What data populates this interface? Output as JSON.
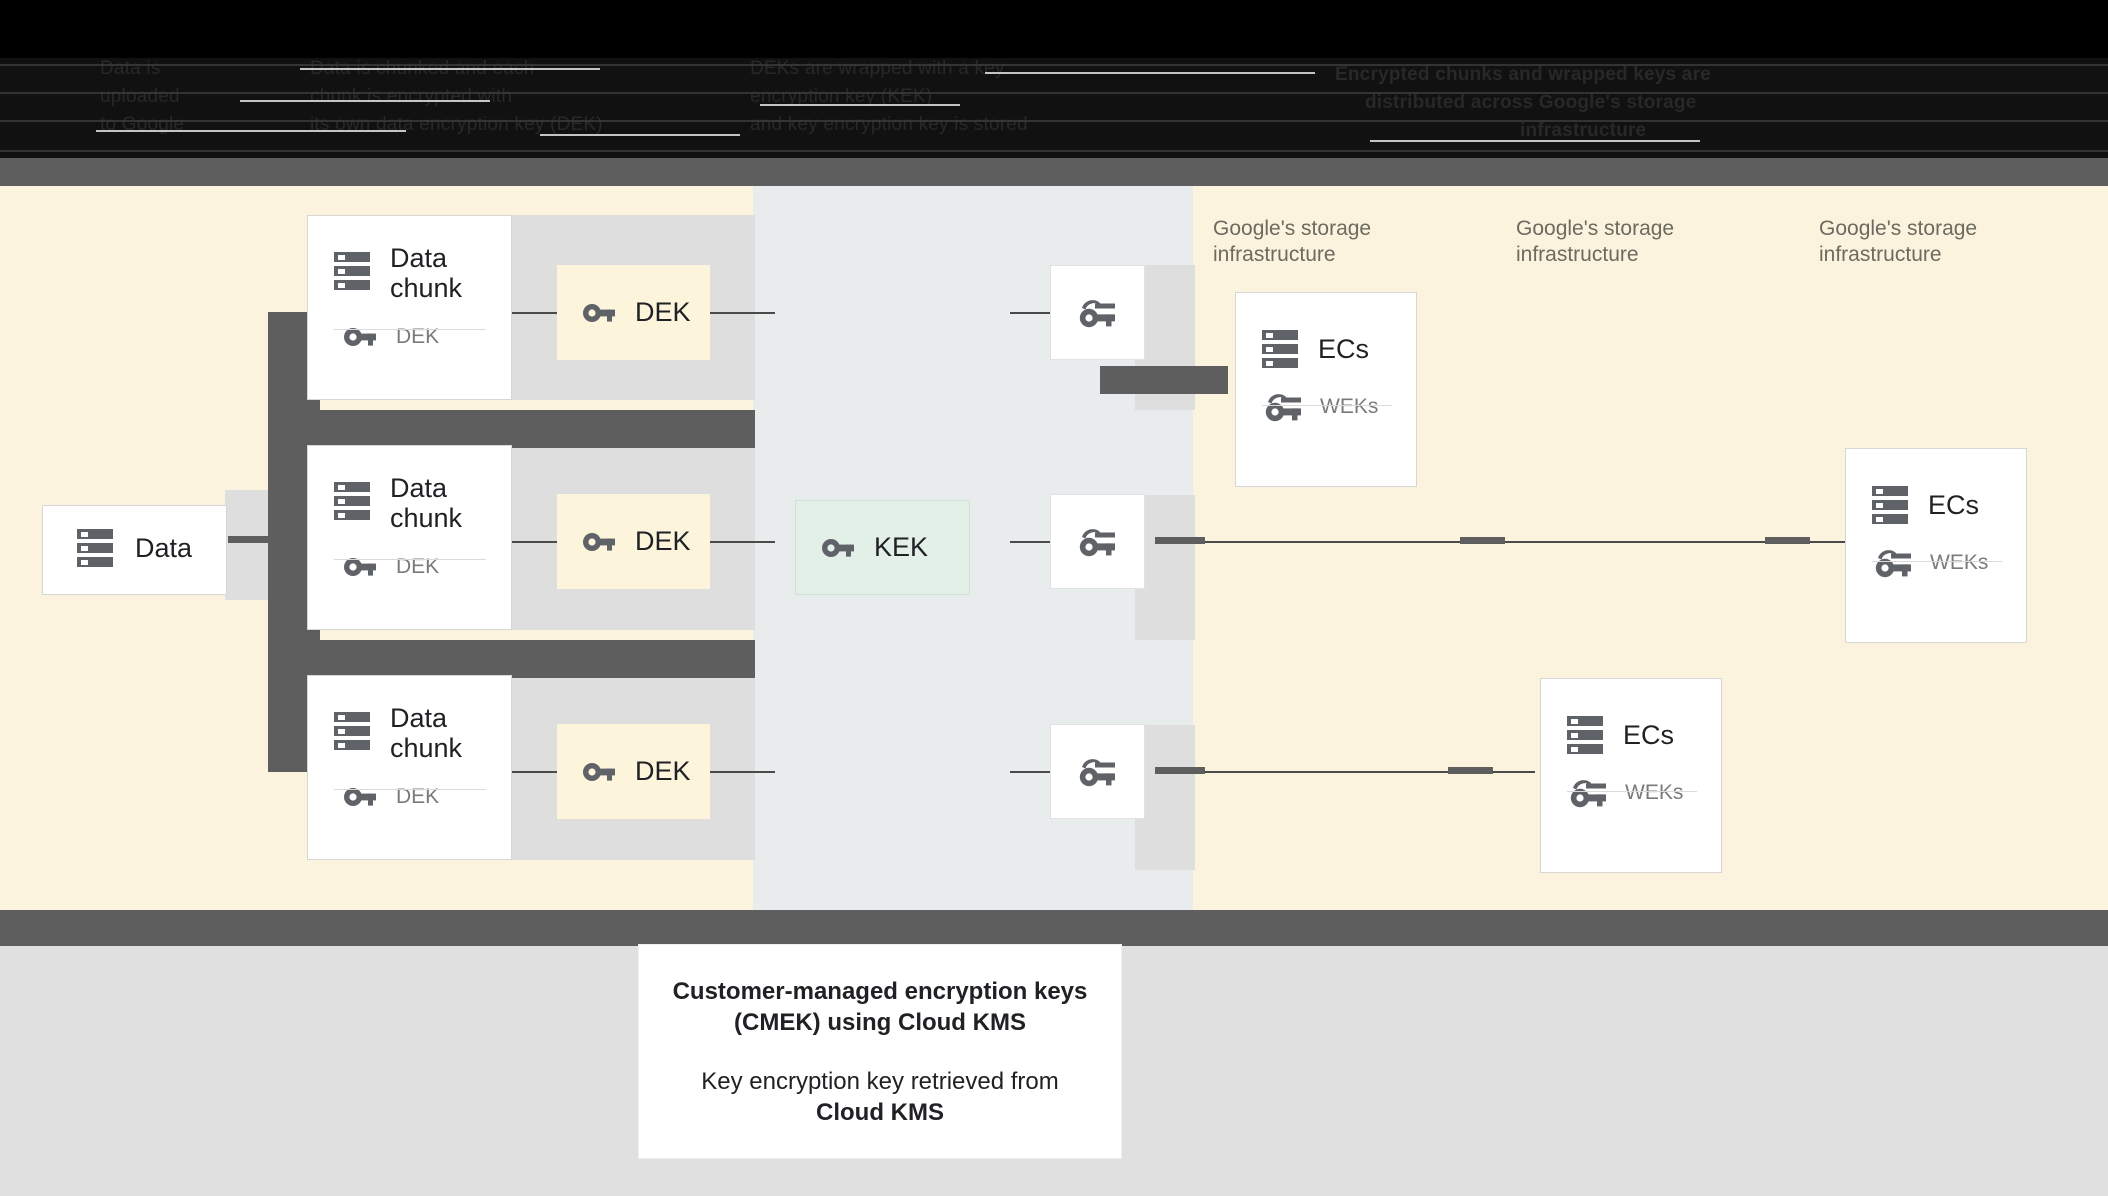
{
  "header": {
    "obscured": true,
    "note": "top header text is rendered near-black on black and is illegible in the source screenshot",
    "fragments": [
      "Data is",
      "uploaded",
      "to Google",
      "Data is chunked and each",
      "chunk is encrypted with",
      "its own data encryption key (DEK)",
      "DEKs are wrapped with a key",
      "encryption key (KEK)",
      "and key encryption key is stored",
      "Encrypted chunks and wrapped keys are",
      "distributed across Google's storage",
      "infrastructure"
    ]
  },
  "diagram": {
    "source": {
      "label": "Data",
      "icon": "storage-icon"
    },
    "chunks": [
      {
        "title": "Data\nchunk",
        "sub": "DEK",
        "icon": "storage-icon",
        "sub_icon": "key-icon"
      },
      {
        "title": "Data\nchunk",
        "sub": "DEK",
        "icon": "storage-icon",
        "sub_icon": "key-icon"
      },
      {
        "title": "Data\nchunk",
        "sub": "DEK",
        "icon": "storage-icon",
        "sub_icon": "key-icon"
      }
    ],
    "deks": [
      {
        "label": "DEK",
        "icon": "key-icon"
      },
      {
        "label": "DEK",
        "icon": "key-icon"
      },
      {
        "label": "DEK",
        "icon": "key-icon"
      }
    ],
    "kek": {
      "label": "KEK",
      "icon": "key-icon"
    },
    "wrapped_keys": [
      {
        "icon": "wrapped-key-icon"
      },
      {
        "icon": "wrapped-key-icon"
      },
      {
        "icon": "wrapped-key-icon"
      }
    ],
    "infra_labels": [
      "Google's storage\ninfrastructure",
      "Google's storage\ninfrastructure",
      "Google's storage\ninfrastructure"
    ],
    "ec_cards": [
      {
        "title": "ECs",
        "sub": "WEKs",
        "icon": "storage-icon",
        "sub_icon": "wrapped-key-icon"
      },
      {
        "title": "ECs",
        "sub": "WEKs",
        "icon": "storage-icon",
        "sub_icon": "wrapped-key-icon"
      },
      {
        "title": "ECs",
        "sub": "WEKs",
        "icon": "storage-icon",
        "sub_icon": "wrapped-key-icon"
      }
    ]
  },
  "footer": {
    "line1": "Customer-managed encryption keys\n(CMEK) using Cloud KMS",
    "line2_prefix": "Key encryption key retrieved from",
    "line2_strong": "Cloud KMS"
  },
  "colors": {
    "cream": "#fbf3dd",
    "panel_gray": "#e8ecec",
    "lane_gray": "#dedede",
    "band_gray": "#5e5e5e",
    "footer_gray": "#e0e0e0",
    "kek_green": "#e3f0e8",
    "dek_cream": "#fdf4dc",
    "icon_gray": "#5f6368",
    "text_dark": "#202124",
    "text_muted": "#7a7a7a",
    "infra_text": "#6d6a5f"
  }
}
